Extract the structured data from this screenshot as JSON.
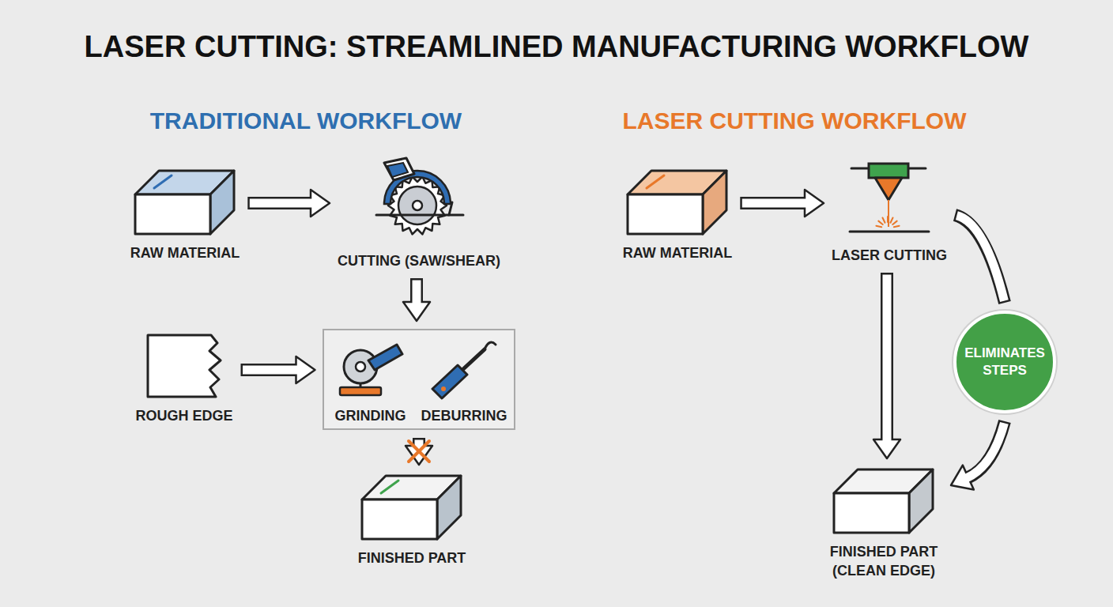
{
  "diagram": {
    "title": "LASER CUTTING: STREAMLINED MANUFACTURING WORKFLOW",
    "nodes": [
      {
        "text": [
          "RAW MATERIAL"
        ]
      },
      {
        "text": [
          "CUTTING (SAW/SHEAR)"
        ]
      },
      {
        "text": [
          "ROUGH EDGE"
        ]
      },
      {
        "text": []
      },
      {
        "text": [
          "GRINDING"
        ],
        "in": 3
      },
      {
        "text": [
          "DEBURRING"
        ],
        "in": 3
      },
      {
        "text": [
          "FINISHED PART"
        ]
      },
      {
        "text": [
          "RAW MATERIAL"
        ]
      },
      {
        "text": [
          "LASER CUTTING"
        ]
      },
      {
        "text": [
          "ELIMINATES STEPS"
        ]
      },
      {
        "text": [
          "FINISHED PART (CLEAN EDGE)"
        ]
      }
    ],
    "edges": [
      {
        "from": 0,
        "to": 1,
        "arrow": "to"
      },
      {
        "from": 1,
        "to": 3,
        "arrow": "to"
      },
      {
        "from": 2,
        "to": 3,
        "arrow": "to"
      },
      {
        "from": 3,
        "to": 6,
        "arrow": "to"
      },
      {
        "from": 7,
        "to": 8,
        "arrow": "to"
      },
      {
        "from": 8,
        "to": 10,
        "arrow": "to"
      },
      {
        "from": 8,
        "to": 9,
        "arrow": "none"
      },
      {
        "from": 9,
        "to": 10,
        "arrow": "to"
      }
    ],
    "labels": [
      "TRADITIONAL WORKFLOW",
      "LASER CUTTING WORKFLOW"
    ]
  }
}
